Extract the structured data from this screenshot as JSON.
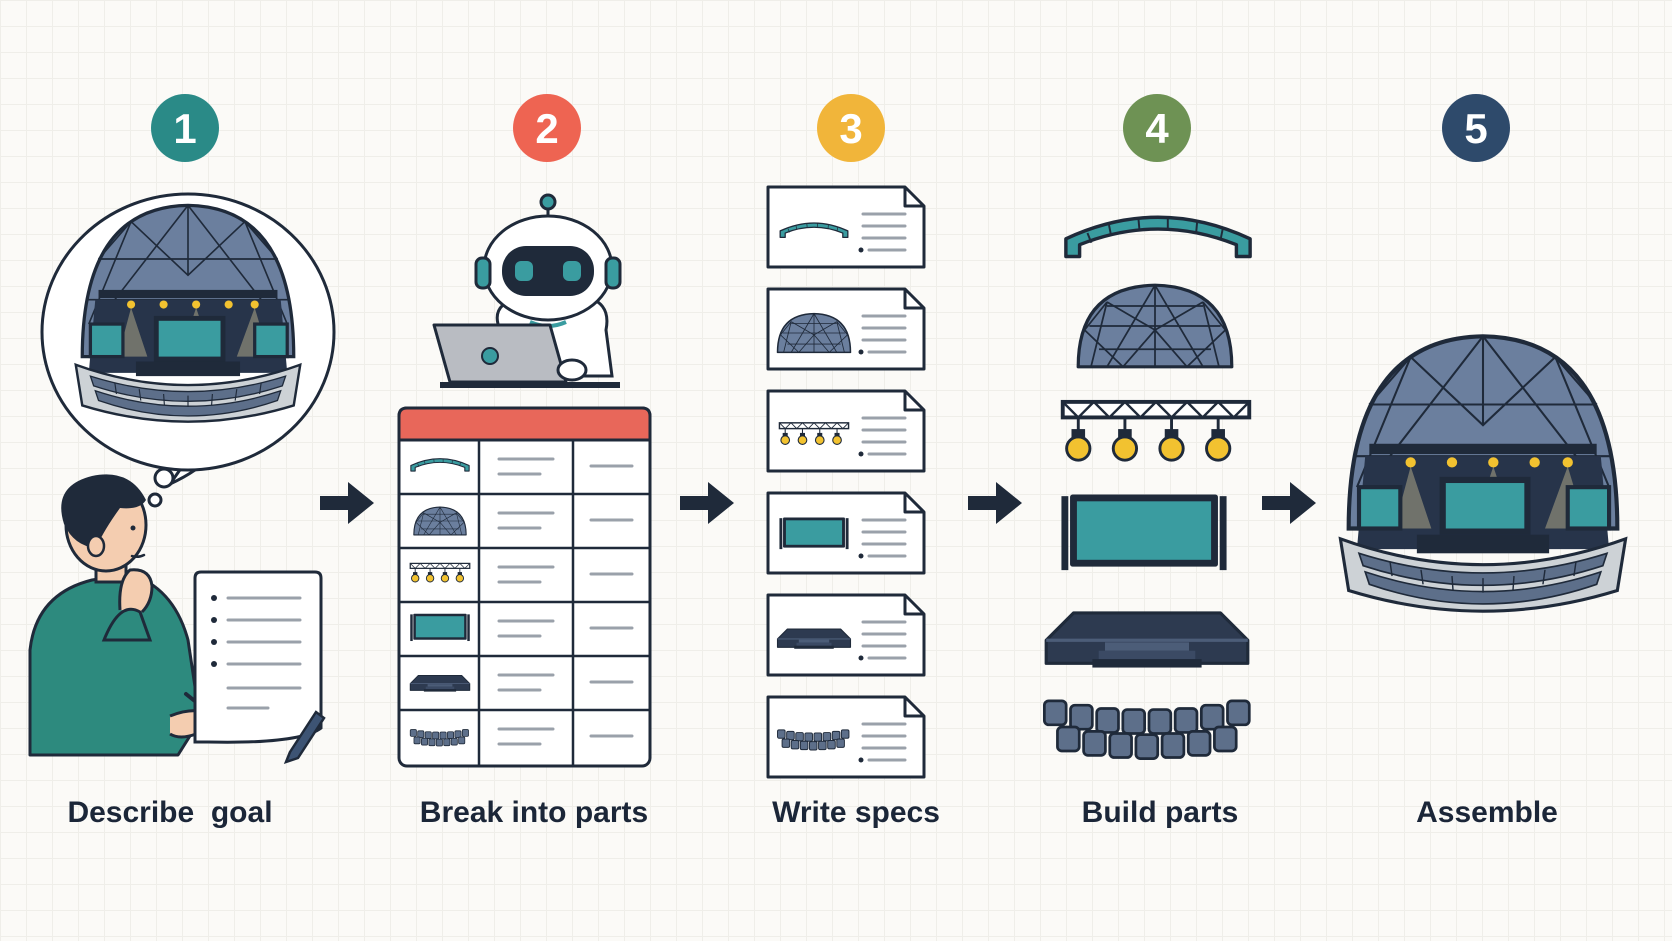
{
  "colors": {
    "step1": "#2a8a87",
    "step2": "#ee6452",
    "step3": "#f1b53a",
    "step4": "#6e9254",
    "step5": "#2e4a6b",
    "teal": "#3a9ca0",
    "dark": "#1f2a3a",
    "dome": "#6b7f9e",
    "light_bulb": "#f2c230",
    "table_header": "#e8675a"
  },
  "steps": [
    {
      "number": "1",
      "label": "Describe  goal",
      "icon": "person-thinking-icon"
    },
    {
      "number": "2",
      "label": "Break into parts",
      "icon": "robot-laptop-icon"
    },
    {
      "number": "3",
      "label": "Write specs",
      "icon": "spec-documents-icon"
    },
    {
      "number": "4",
      "label": "Build parts",
      "icon": "built-parts-icon"
    },
    {
      "number": "5",
      "label": "Assemble",
      "icon": "assembled-arena-icon"
    }
  ],
  "arrows": [
    "arrow-right-icon",
    "arrow-right-icon",
    "arrow-right-icon",
    "arrow-right-icon"
  ],
  "parts": [
    "roof-arch-icon",
    "dome-icon",
    "light-truss-icon",
    "screen-icon",
    "stage-icon",
    "seating-icon"
  ]
}
